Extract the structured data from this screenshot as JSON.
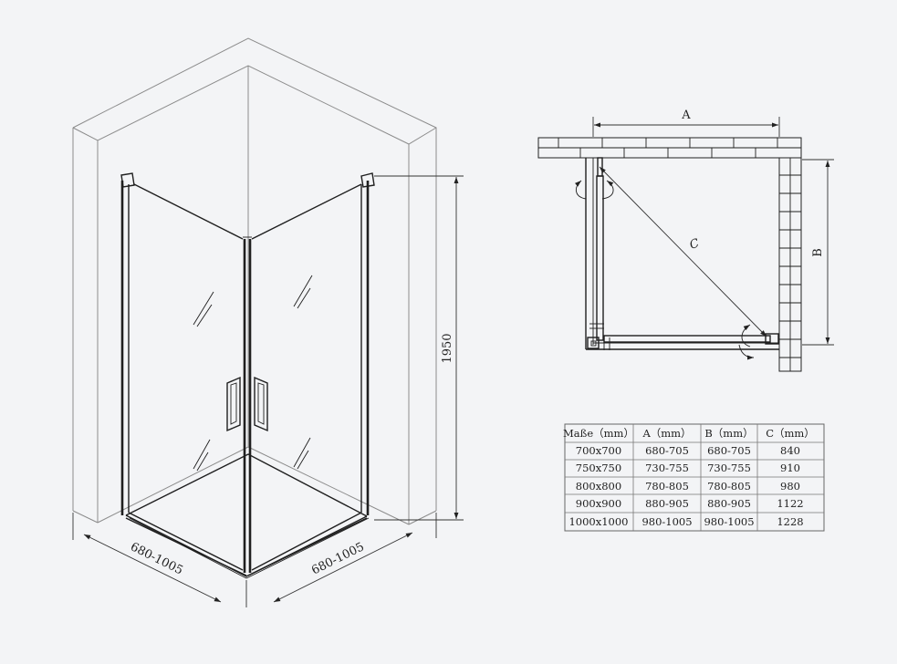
{
  "iso_view": {
    "height_label": "1950",
    "left_width_label": "680-1005",
    "right_width_label": "680-1005"
  },
  "plan_view": {
    "dim_a": "A",
    "dim_b": "B",
    "dim_c": "C"
  },
  "size_table": {
    "headers": [
      "Maße（mm）",
      "A（mm）",
      "B（mm）",
      "C（mm）"
    ],
    "rows": [
      [
        "700x700",
        "680-705",
        "680-705",
        "840"
      ],
      [
        "750x750",
        "730-755",
        "730-755",
        "910"
      ],
      [
        "800x800",
        "780-805",
        "780-805",
        "980"
      ],
      [
        "900x900",
        "880-905",
        "880-905",
        "1122"
      ],
      [
        "1000x1000",
        "980-1005",
        "980-1005",
        "1228"
      ]
    ]
  }
}
